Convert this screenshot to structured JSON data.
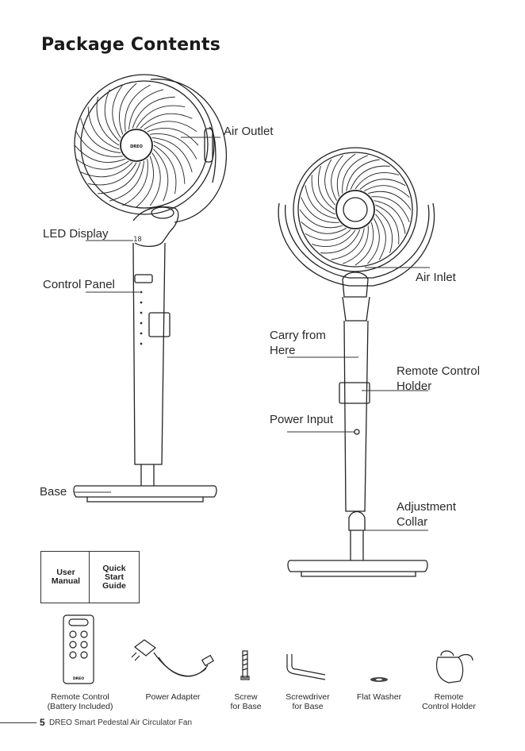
{
  "page": {
    "title": "Package Contents"
  },
  "front_fan": {
    "callouts": {
      "air_outlet": "Air Outlet",
      "led_display": "LED Display",
      "control_panel": "Control Panel",
      "base": "Base"
    },
    "hub_logo": "DREO"
  },
  "back_fan": {
    "callouts": {
      "air_inlet": "Air Inlet",
      "carry_from_here": "Carry from\nHere",
      "remote_control_holder": "Remote Control\nHolder",
      "power_input": "Power Input",
      "adjustment_collar": "Adjustment\nCollar"
    }
  },
  "documents": [
    {
      "label": "User\nManual"
    },
    {
      "label": "Quick\nStart\nGuide"
    }
  ],
  "accessories": [
    {
      "label": "Remote Control\n(Battery Included)",
      "icon": "remote-control-icon"
    },
    {
      "label": "Power Adapter",
      "icon": "power-adapter-icon"
    },
    {
      "label": "Screw\nfor Base",
      "icon": "screw-icon"
    },
    {
      "label": "Screwdriver\nfor Base",
      "icon": "screwdriver-icon"
    },
    {
      "label": "Flat Washer",
      "icon": "flat-washer-icon"
    },
    {
      "label": "Remote\nControl Holder",
      "icon": "remote-holder-icon"
    }
  ],
  "remote_logo": "DREO",
  "footer": {
    "page_number": "5",
    "text": "DREO Smart Pedestal Air Circulator Fan"
  }
}
